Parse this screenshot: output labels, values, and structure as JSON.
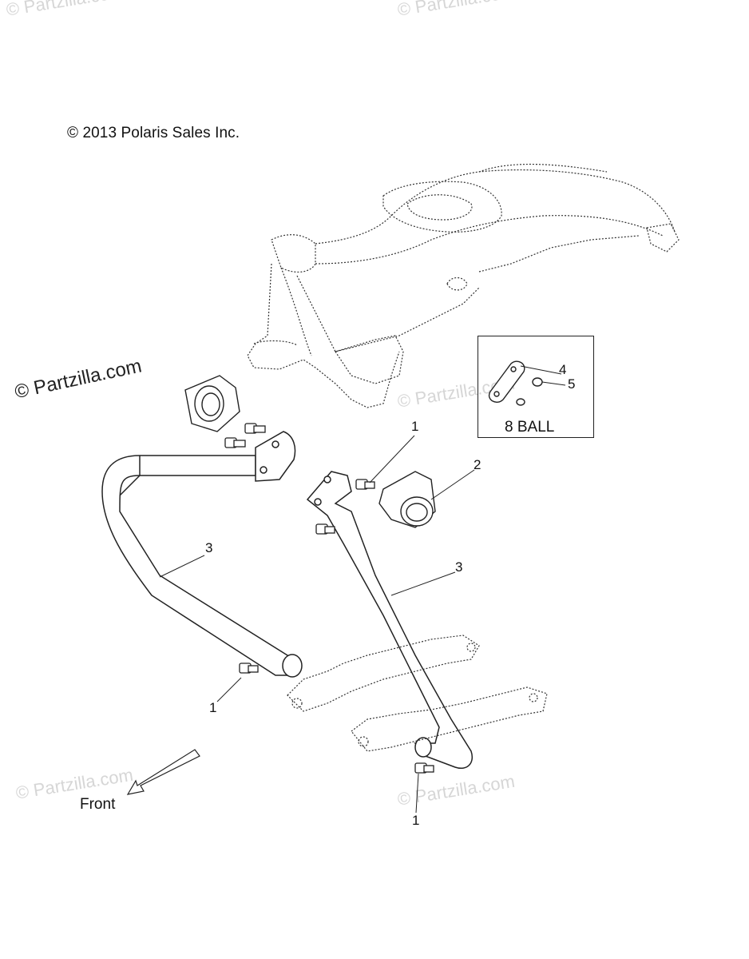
{
  "copyright": "© 2013 Polaris Sales Inc.",
  "watermark_main": "© Partzilla.com",
  "watermark_faint": "© Partzilla.com",
  "inset": {
    "label": "8 BALL",
    "callouts": [
      "4",
      "5"
    ]
  },
  "callouts": {
    "c1_top": "1",
    "c2": "2",
    "c3_left": "3",
    "c3_right": "3",
    "c1_left": "1",
    "c1_bottom": "1"
  },
  "front_label": "Front"
}
